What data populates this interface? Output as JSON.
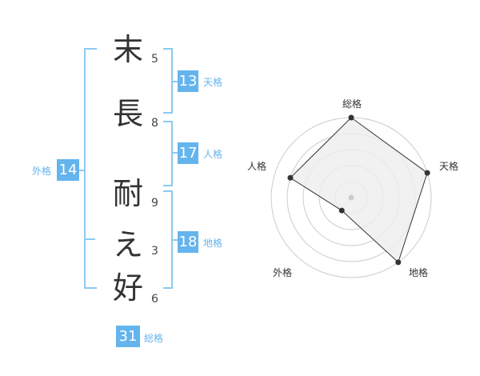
{
  "name": {
    "chars": [
      {
        "char": "末",
        "strokes": "5"
      },
      {
        "char": "長",
        "strokes": "8"
      },
      {
        "char": "耐",
        "strokes": "9"
      },
      {
        "char": "え",
        "strokes": "3"
      },
      {
        "char": "好",
        "strokes": "6"
      }
    ]
  },
  "kaku": {
    "tenkaku": {
      "label": "天格",
      "value": "13"
    },
    "jinkaku": {
      "label": "人格",
      "value": "17"
    },
    "chikaku": {
      "label": "地格",
      "value": "18"
    },
    "gaikaku": {
      "label": "外格",
      "value": "14"
    },
    "soukaku": {
      "label": "総格",
      "value": "31"
    }
  },
  "radar": {
    "axes": [
      "総格",
      "天格",
      "地格",
      "外格",
      "人格"
    ],
    "values": [
      1.0,
      1.0,
      1.0,
      0.2,
      0.8
    ],
    "fill_color": "#eeeeee",
    "line_color": "#333333",
    "grid_color": "#cccccc",
    "center_dot_color": "#cccccc"
  },
  "colors": {
    "accent": "#64b4ee",
    "bracket": "#8ccaf2"
  }
}
